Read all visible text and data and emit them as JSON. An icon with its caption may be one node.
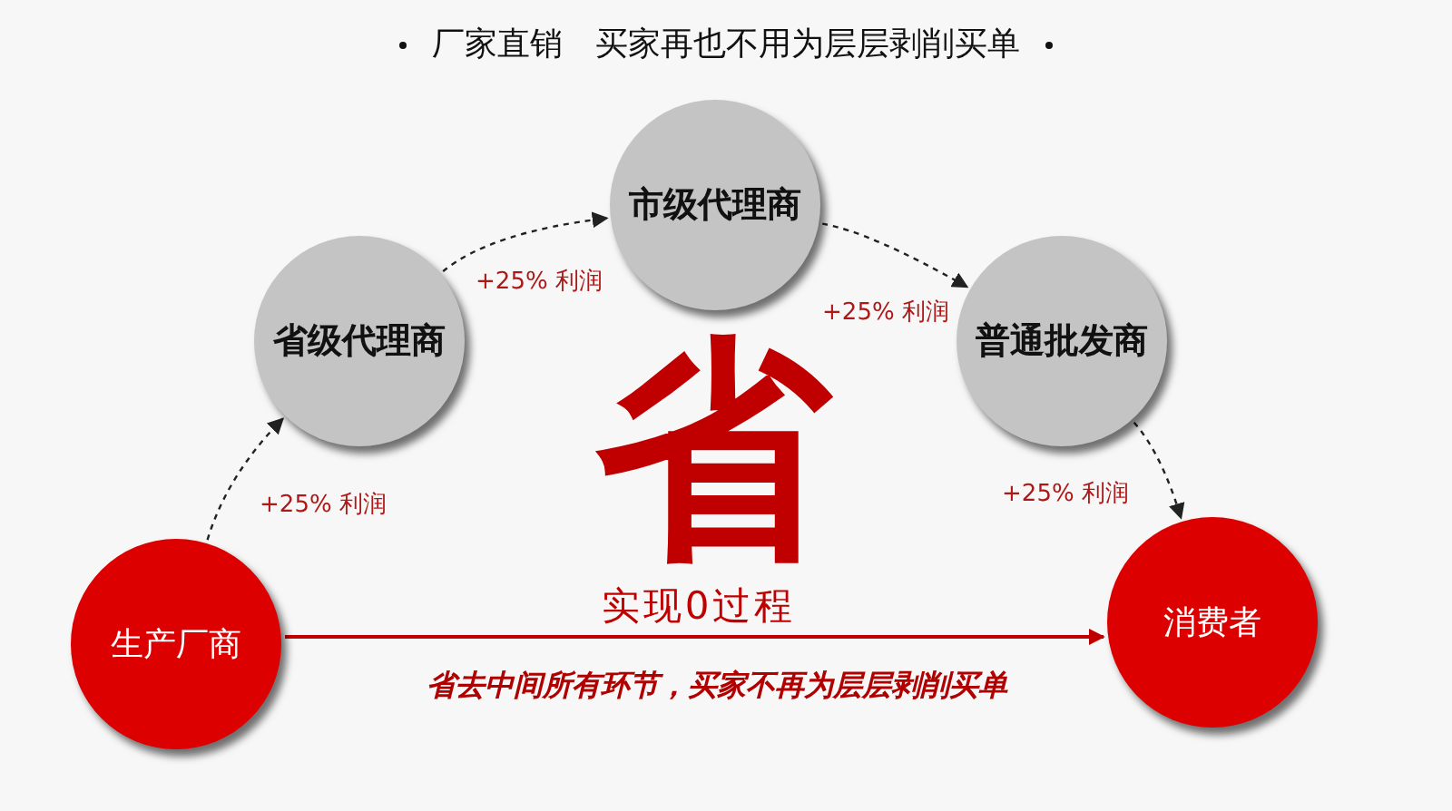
{
  "diagram": {
    "title": "厂家直销　买家再也不用为层层剥削买单",
    "nodes": [
      {
        "text": [
          "生产厂商"
        ]
      },
      {
        "text": [
          "省级代理商"
        ]
      },
      {
        "text": [
          "市级代理商"
        ]
      },
      {
        "text": [
          "普通批发商"
        ]
      },
      {
        "text": [
          "消费者"
        ]
      }
    ],
    "edges": [
      {
        "from": 0,
        "to": 1,
        "arrow": "to",
        "style": "dashed",
        "label": "+25% 利润"
      },
      {
        "from": 1,
        "to": 2,
        "arrow": "to",
        "style": "dashed",
        "label": "+25% 利润"
      },
      {
        "from": 2,
        "to": 3,
        "arrow": "to",
        "style": "dashed",
        "label": "+25% 利润"
      },
      {
        "from": 3,
        "to": 4,
        "arrow": "to",
        "style": "dashed",
        "label": "+25% 利润"
      },
      {
        "from": 0,
        "to": 4,
        "arrow": "to",
        "color": "#c00000",
        "label": "实现0过程"
      }
    ],
    "labels": [
      "省",
      "省去中间所有环节，买家不再为层层剥削买单"
    ]
  }
}
